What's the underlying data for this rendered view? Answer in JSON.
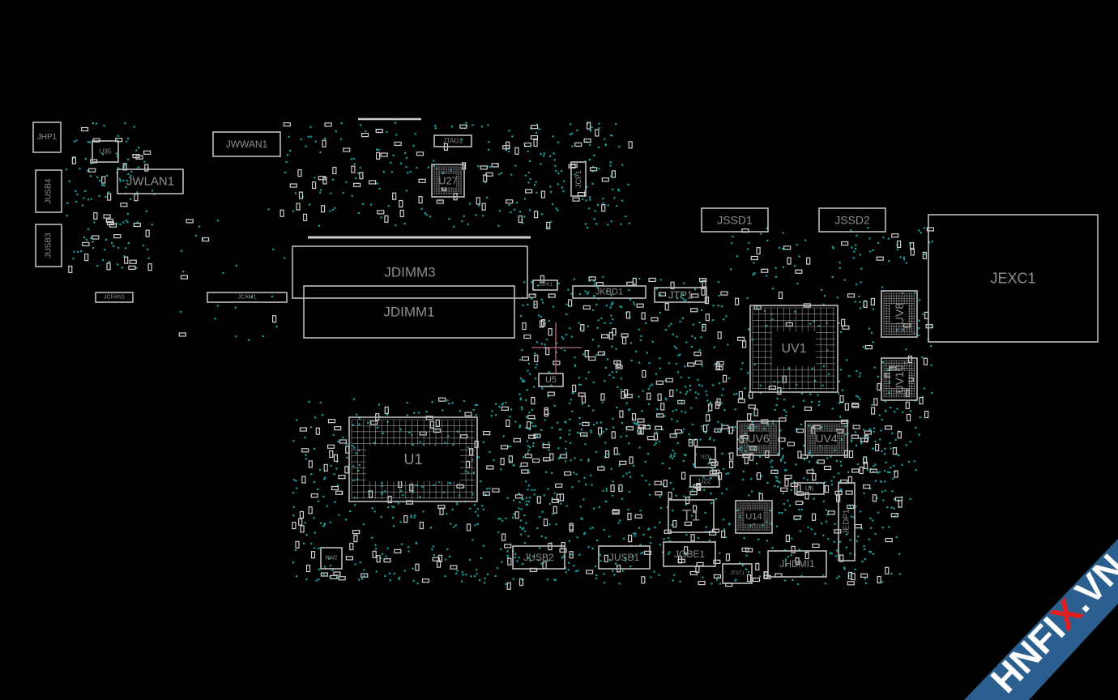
{
  "colors": {
    "background": "#000000",
    "outline": "#bdbdbd",
    "label": "#8e8e8e",
    "test_point": "#17a0a0",
    "crosshair": "#b07080",
    "watermark_band": "#2a5f8f",
    "watermark_accent": "#e02020"
  },
  "components": [
    {
      "ref": "JHP1"
    },
    {
      "ref": "U35"
    },
    {
      "ref": "JWLAN1"
    },
    {
      "ref": "JUSB4"
    },
    {
      "ref": "JUSB3"
    },
    {
      "ref": "JCFAN1"
    },
    {
      "ref": "JWWAN1"
    },
    {
      "ref": "JCAM1"
    },
    {
      "ref": "JDIMM3"
    },
    {
      "ref": "JDIMM1"
    },
    {
      "ref": "JTAG1"
    },
    {
      "ref": "U27"
    },
    {
      "ref": "JCP1"
    },
    {
      "ref": "JSPK1"
    },
    {
      "ref": "JKBD1"
    },
    {
      "ref": "JTP1"
    },
    {
      "ref": "U5"
    },
    {
      "ref": "JSSD1"
    },
    {
      "ref": "JSSD2"
    },
    {
      "ref": "JEXC1"
    },
    {
      "ref": "UV8"
    },
    {
      "ref": "UV10"
    },
    {
      "ref": "UV1"
    },
    {
      "ref": "U1"
    },
    {
      "ref": "UV6"
    },
    {
      "ref": "UV4"
    },
    {
      "ref": "U21"
    },
    {
      "ref": "U22"
    },
    {
      "ref": "T1"
    },
    {
      "ref": "U14"
    },
    {
      "ref": "U6"
    },
    {
      "ref": "JEDP1"
    },
    {
      "ref": "JGBE1"
    },
    {
      "ref": "JHDMI1"
    },
    {
      "ref": "JUSB2"
    },
    {
      "ref": "JUSB1"
    },
    {
      "ref": "JTST1"
    },
    {
      "ref": "PW2"
    }
  ],
  "watermark": {
    "part1": "HNFI",
    "accent": "X",
    "part2": ".VN"
  }
}
